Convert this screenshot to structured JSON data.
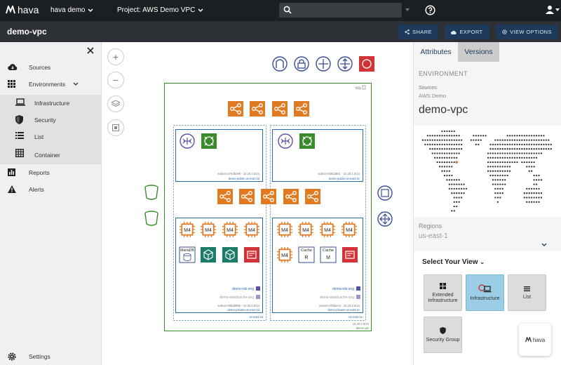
{
  "topbar": {
    "logo_text": "hava",
    "account": "hava demo",
    "project": "Project: AWS Demo VPC",
    "search_placeholder": ""
  },
  "subbar": {
    "title": "demo-vpc",
    "share": "SHARE",
    "export": "EXPORT",
    "view_options": "VIEW OPTIONS"
  },
  "sidebar": {
    "sources": "Sources",
    "environments": "Environments",
    "infrastructure": "Infrastructure",
    "security": "Security",
    "list": "List",
    "container": "Container",
    "reports": "Reports",
    "alerts": "Alerts",
    "settings": "Settings"
  },
  "diagram": {
    "public_subnet_a_id": "subnet-27ed8298 - 10.20.4.0/24",
    "public_subnet_a_name": "demo-public-us-east-1d",
    "public_subnet_b_id": "subnet-6591d651 - 10.20.1.0/24",
    "public_subnet_b_name": "demo-public-us-east-1e",
    "db_label": "MariaDB",
    "ec2_label": "M4",
    "cache_label": "Cache",
    "cache_r": "R",
    "cache_m": "M",
    "rds_sng": "demo-rds-sng",
    "elasticache_sng": "demo-elasticache-sng",
    "private_subnet_a_id": "subnet-00bd8898 - 10.20.5.0/24",
    "private_subnet_a_name": "demo-private-us-east-1d",
    "private_subnet_b_id": "subnet-c0f8dec2 - 10.20.2.0/24",
    "private_subnet_b_name": "demo-private-us-east-1e",
    "az_a": "us-east-1d",
    "az_b": "us-east-1e",
    "vpc_id": "10.20.0.0/16",
    "vpc_name": "demo-vpc"
  },
  "panel": {
    "tab_attributes": "Attributes",
    "tab_versions": "Versions",
    "environment_heading": "ENVIRONMENT",
    "sources_label": "Sources:",
    "sources_value": "AWS Demo",
    "vpc_name": "demo-vpc",
    "regions_label": "Regions",
    "regions_value": "us-east-1",
    "select_view": "Select Your View",
    "views": {
      "extended": "Extended Infrastructure",
      "infrastructure": "Infrastructure",
      "list": "List",
      "security_group": "Security Group"
    }
  },
  "toast": {
    "logo_text": "hava"
  },
  "colors": {
    "topbar": "#1c1f22",
    "subbar": "#2d3136",
    "button": "#1e3a5a",
    "aws_orange": "#e07b24",
    "aws_green": "#3b8a2e",
    "aws_red": "#d13438",
    "aws_teal": "#1d7b6a",
    "aws_purple": "#5a50a6",
    "active_view": "#9ccde6"
  }
}
